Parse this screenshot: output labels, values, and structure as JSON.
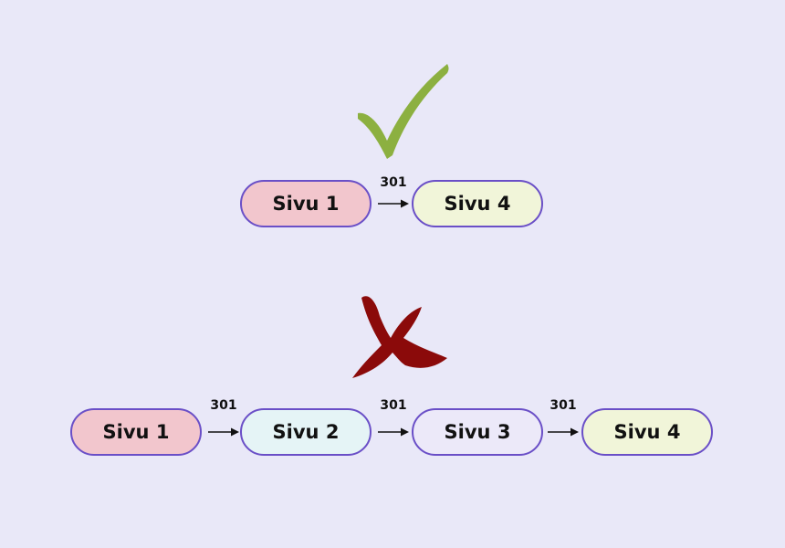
{
  "colors": {
    "background": "#e9e8f8",
    "border": "#6a4fc7",
    "check": "#8cb040",
    "cross": "#8b0a0a",
    "node_pink": "#f2c6cd",
    "node_yellow": "#f1f5d9",
    "node_blue": "#e5f4f6",
    "node_lavender": "#ece9f9"
  },
  "icons": {
    "correct": "checkmark-icon",
    "wrong": "cross-icon"
  },
  "correct_flow": {
    "source": "Sivu 1",
    "redirect": "301",
    "target": "Sivu 4"
  },
  "wrong_flow": {
    "nodes": [
      "Sivu 1",
      "Sivu 2",
      "Sivu 3",
      "Sivu 4"
    ],
    "redirects": [
      "301",
      "301",
      "301"
    ]
  }
}
